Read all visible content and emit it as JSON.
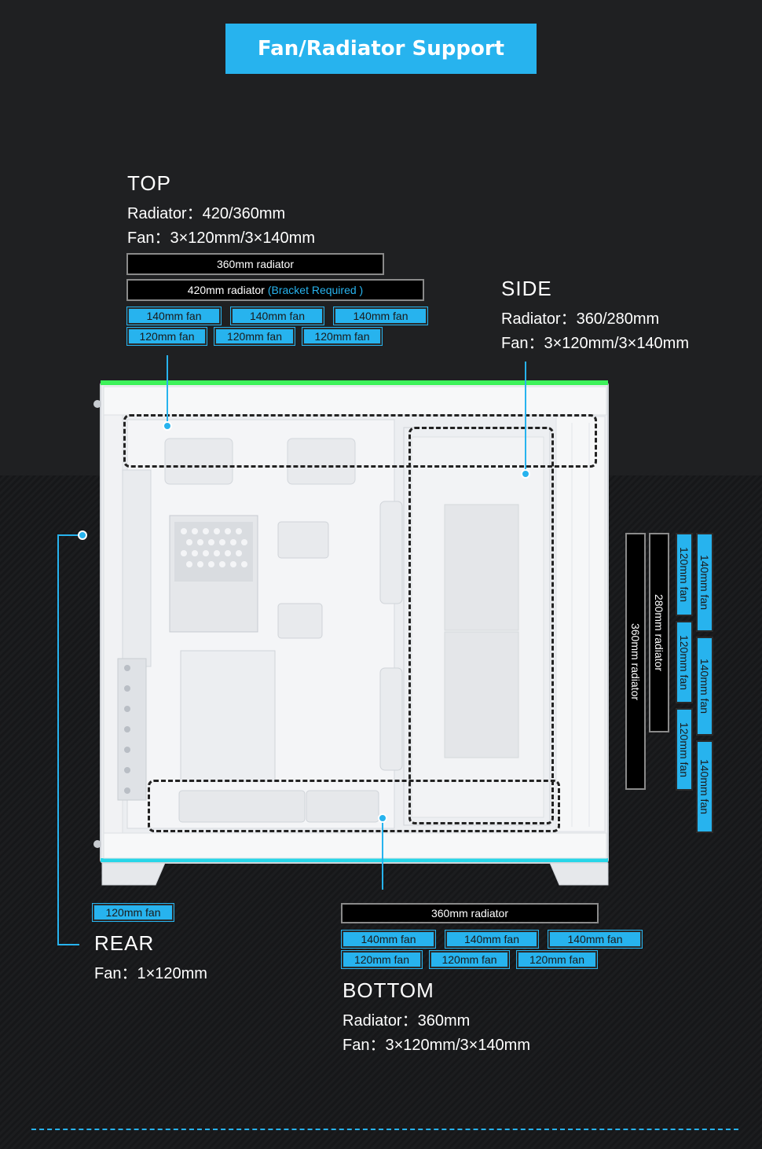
{
  "title": "Fan/Radiator Support",
  "top": {
    "heading": "TOP",
    "radiator": "Radiator：420/360mm",
    "fan": "Fan：3×120mm/3×140mm",
    "rad360": "360mm radiator",
    "rad420": "420mm radiator",
    "rad420_note": "(Bracket Required )",
    "fans140": [
      "140mm fan",
      "140mm fan",
      "140mm fan"
    ],
    "fans120": [
      "120mm fan",
      "120mm fan",
      "120mm fan"
    ]
  },
  "side": {
    "heading": "SIDE",
    "radiator": "Radiator：360/280mm",
    "fan": "Fan：3×120mm/3×140mm",
    "rad360": "360mm radiator",
    "rad280": "280mm radiator",
    "fans120": [
      "120mm fan",
      "120mm fan",
      "120mm fan"
    ],
    "fans140": [
      "140mm fan",
      "140mm fan",
      "140mm fan"
    ]
  },
  "rear": {
    "heading": "REAR",
    "fan": "Fan：1×120mm",
    "fan_tag": "120mm fan"
  },
  "bottom": {
    "heading": "BOTTOM",
    "radiator": "Radiator：360mm",
    "fan": "Fan：3×120mm/3×140mm",
    "rad360": "360mm radiator",
    "fans140": [
      "140mm fan",
      "140mm fan",
      "140mm fan"
    ],
    "fans120": [
      "120mm fan",
      "120mm fan",
      "120mm fan"
    ]
  },
  "colors": {
    "accent": "#27b3ee",
    "case_white": "#f2f3f5",
    "rgb_green": "#3df25a",
    "rgb_cyan": "#27d6e8"
  }
}
